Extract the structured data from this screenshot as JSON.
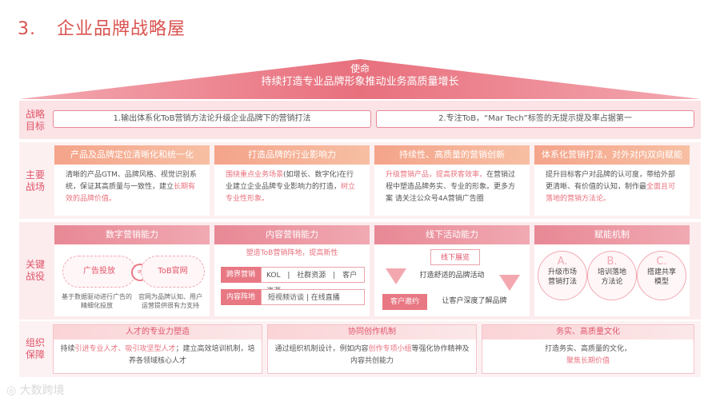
{
  "title": {
    "num": "3.",
    "text": "企业品牌战略屋"
  },
  "mission": {
    "label": "使命",
    "text": "持续打造专业品牌形象推动业务高质量增长"
  },
  "goals": {
    "label": "战略\n目标",
    "items": [
      "1.输出体系化ToB营销方法论升级企业品牌下的营销打法",
      "2.专注ToB，“Mar Tech”标签的无提示提及率占据第一"
    ]
  },
  "battles": {
    "label": "主要\n战场",
    "cards": [
      {
        "head": "产品及品牌定位清晰化和统一化",
        "body_a": "清晰的产品GTM、品牌风格、视觉识别系统，保证其高质量与一致性，建立",
        "body_hl": "长期有效的品牌价值。",
        "body_b": ""
      },
      {
        "head": "打造品牌的行业影响力",
        "body_hl0": "围绕重点业务场景",
        "body_a": "(如增长、数字化)在行业建立企业品牌专业影响力的打造，",
        "body_hl": "树立专业性形象。",
        "body_b": ""
      },
      {
        "head": "持续性、高质量的营销创新",
        "body_hl0": "升级营销产品，提高获客效率，",
        "body_a": "在营销过程中塑造品牌务实、专业的形象。更多方案 请关注公众号4A营销广告圈",
        "body_hl": "",
        "body_b": ""
      },
      {
        "head": "体系化营销打法，对外对内双向赋能",
        "body_a": "提升目标客户对品牌的认可度，带给外部更清晰、有价值的认知，制作最",
        "body_hl": "全面且可落地的营销方法论。",
        "body_b": ""
      }
    ]
  },
  "campaigns": {
    "label": "关键\n战役",
    "c1": {
      "head": "数字营销能力",
      "left": "广告投放",
      "right": "ToB官网",
      "left_note": "基于数据驱动进行广告的精细化投放",
      "right_note": "官网为品牌认知、用户运营提供很有力支持"
    },
    "c2": {
      "head": "内容营销能力",
      "sub": "塑造ToB营销阵地，提高新性",
      "rows": [
        {
          "tag": "跨界营销",
          "items": [
            "KOL",
            "社群资源",
            "客户资源"
          ]
        },
        {
          "tag": "内容阵地",
          "items": [
            "短视频访谈",
            "在线直播"
          ]
        }
      ]
    },
    "c3": {
      "head": "线下活动能力",
      "top": "线下展览",
      "mid": "打造舒适的品牌活动",
      "tag": "客户邀约",
      "bottom": "让客户深度了解品牌"
    },
    "c4": {
      "head": "赋能机制",
      "circles": [
        {
          "letter": "A.",
          "text": "升级市场营销打法"
        },
        {
          "letter": "B.",
          "text": "培训落地方法论"
        },
        {
          "letter": "C.",
          "text": "搭建共享模型"
        }
      ]
    }
  },
  "org": {
    "label": "组织\n保障",
    "cols": [
      {
        "head": "人才的专业力塑造",
        "a": "持续",
        "hl": "引进专业人才、吸引攻坚型人才",
        "b": "；建立高效培训机制，培养各领域核心人才"
      },
      {
        "head": "协同创作机制",
        "a": "通过组织机制设计，例如内容",
        "hl": "创作专项小组",
        "b": "等强化协作精神及内容共创能力"
      },
      {
        "head": "务实、高质量文化",
        "a": "打造务实、高质量的文化，",
        "hl": "聚焦长期价值",
        "b": ""
      }
    ]
  },
  "logo": "大数跨境"
}
